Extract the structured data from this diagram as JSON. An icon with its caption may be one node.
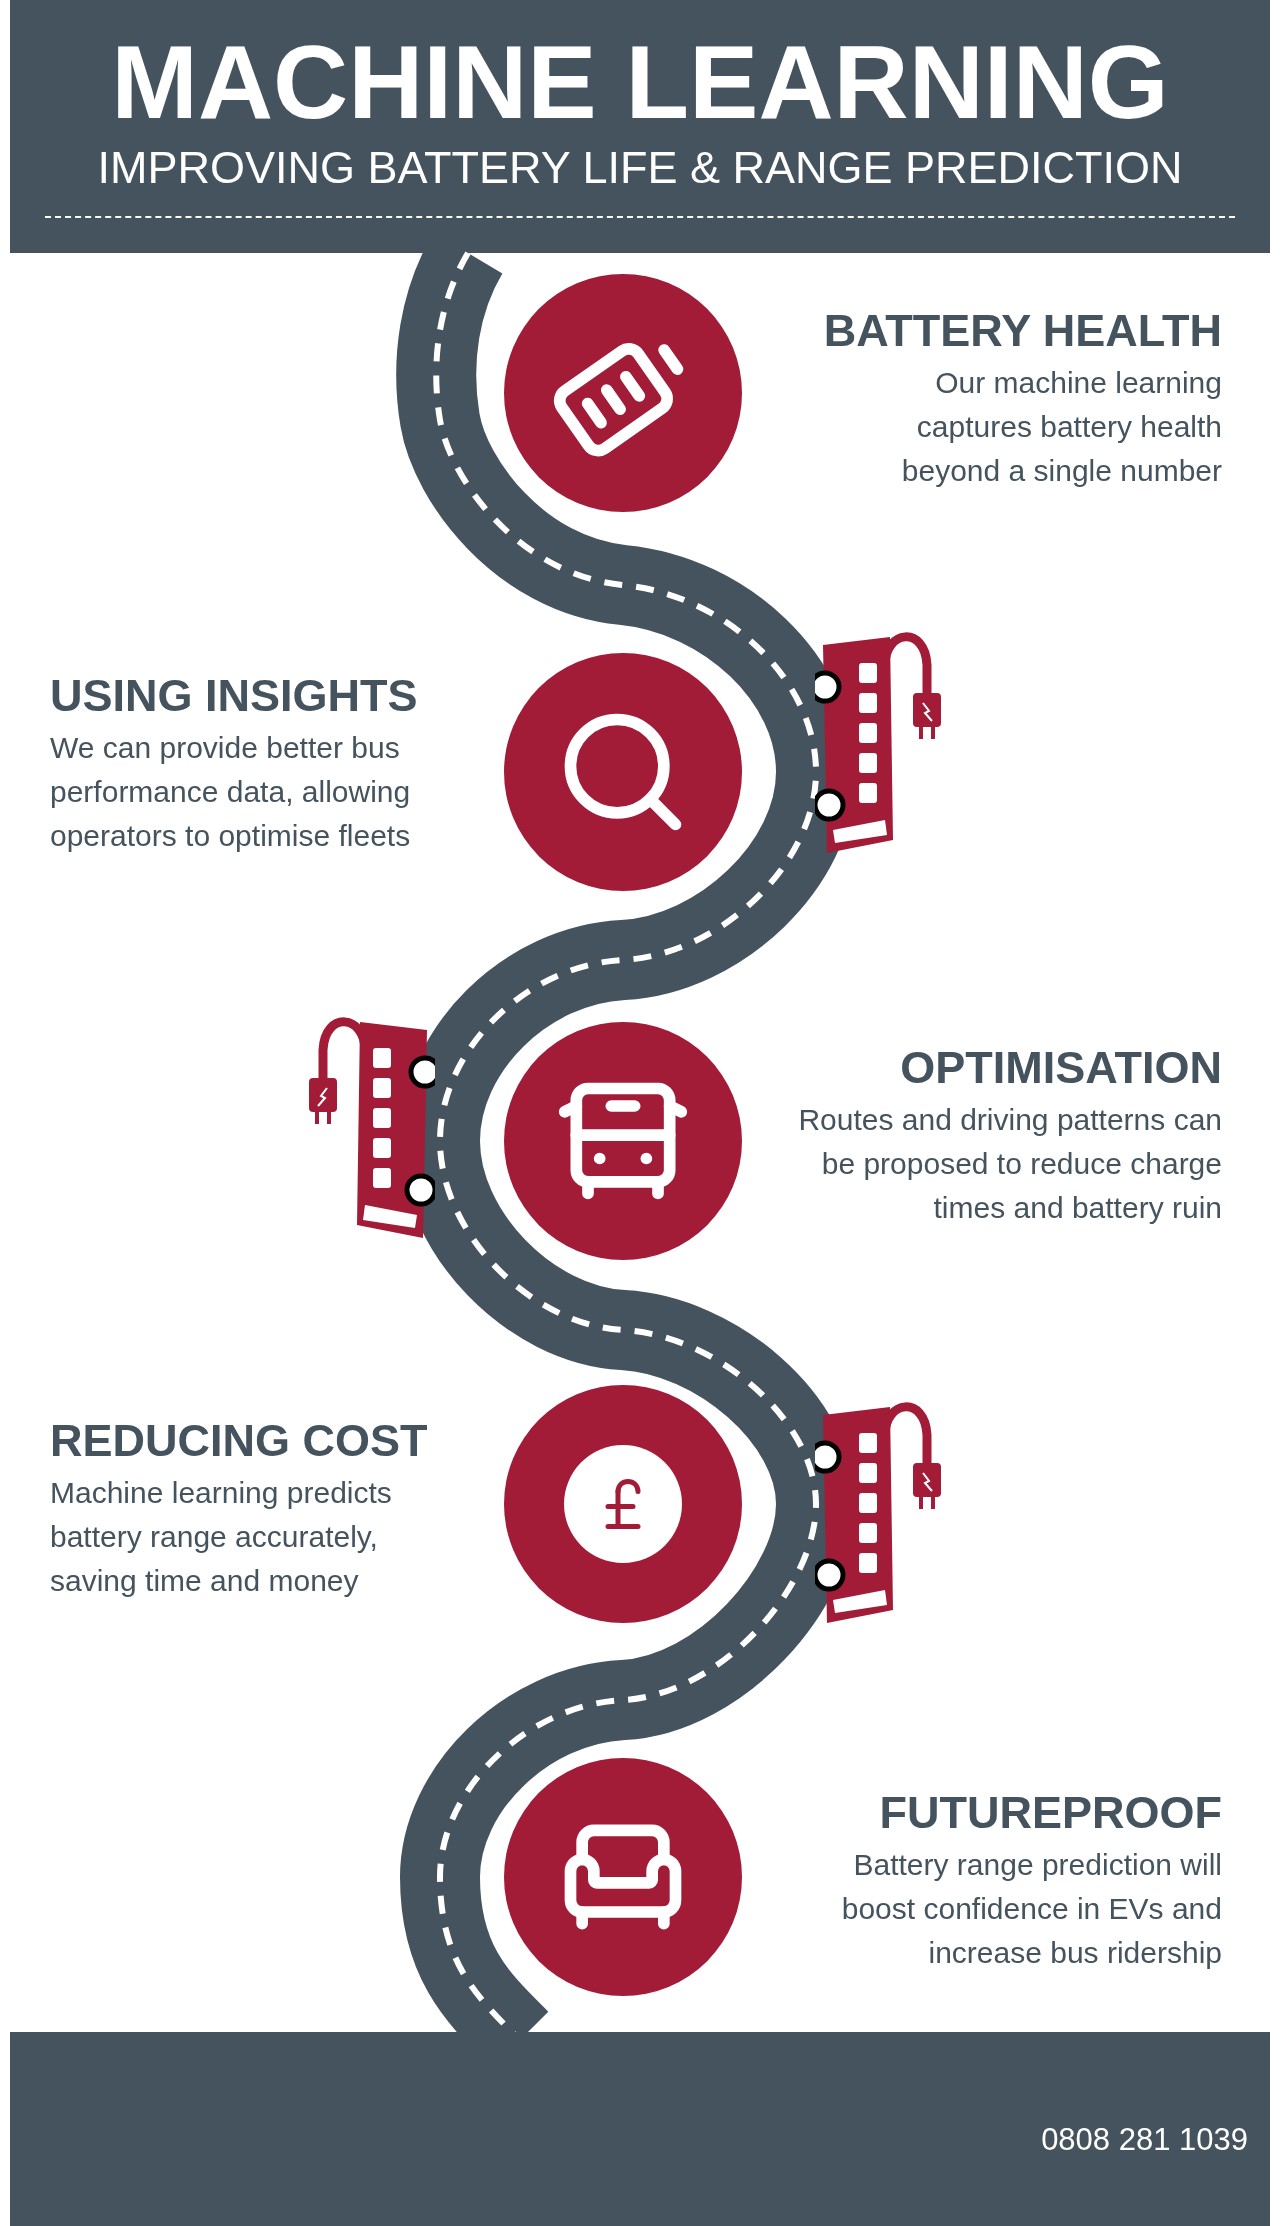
{
  "diagram": {
    "title": "MACHINE LEARNING",
    "nodes": [
      {
        "text": [
          "BATTERY HEALTH",
          "Our machine learning captures battery health beyond a single number"
        ]
      },
      {
        "text": [
          "USING INSIGHTS",
          "We can provide better bus performance data, allowing operators to optimise fleets"
        ]
      },
      {
        "text": [
          "OPTIMISATION",
          "Routes and driving patterns can be proposed to reduce charge times and battery ruin"
        ]
      },
      {
        "text": [
          "REDUCING COST",
          "Machine learning predicts battery range accurately, saving time and money"
        ]
      },
      {
        "text": [
          "FUTUREPROOF",
          "Battery range prediction will boost confidence in EVs and increase bus ridership"
        ]
      }
    ],
    "labels": [
      "IMPROVING BATTERY LIFE & RANGE PREDICTION",
      "0808 281 1039"
    ]
  }
}
